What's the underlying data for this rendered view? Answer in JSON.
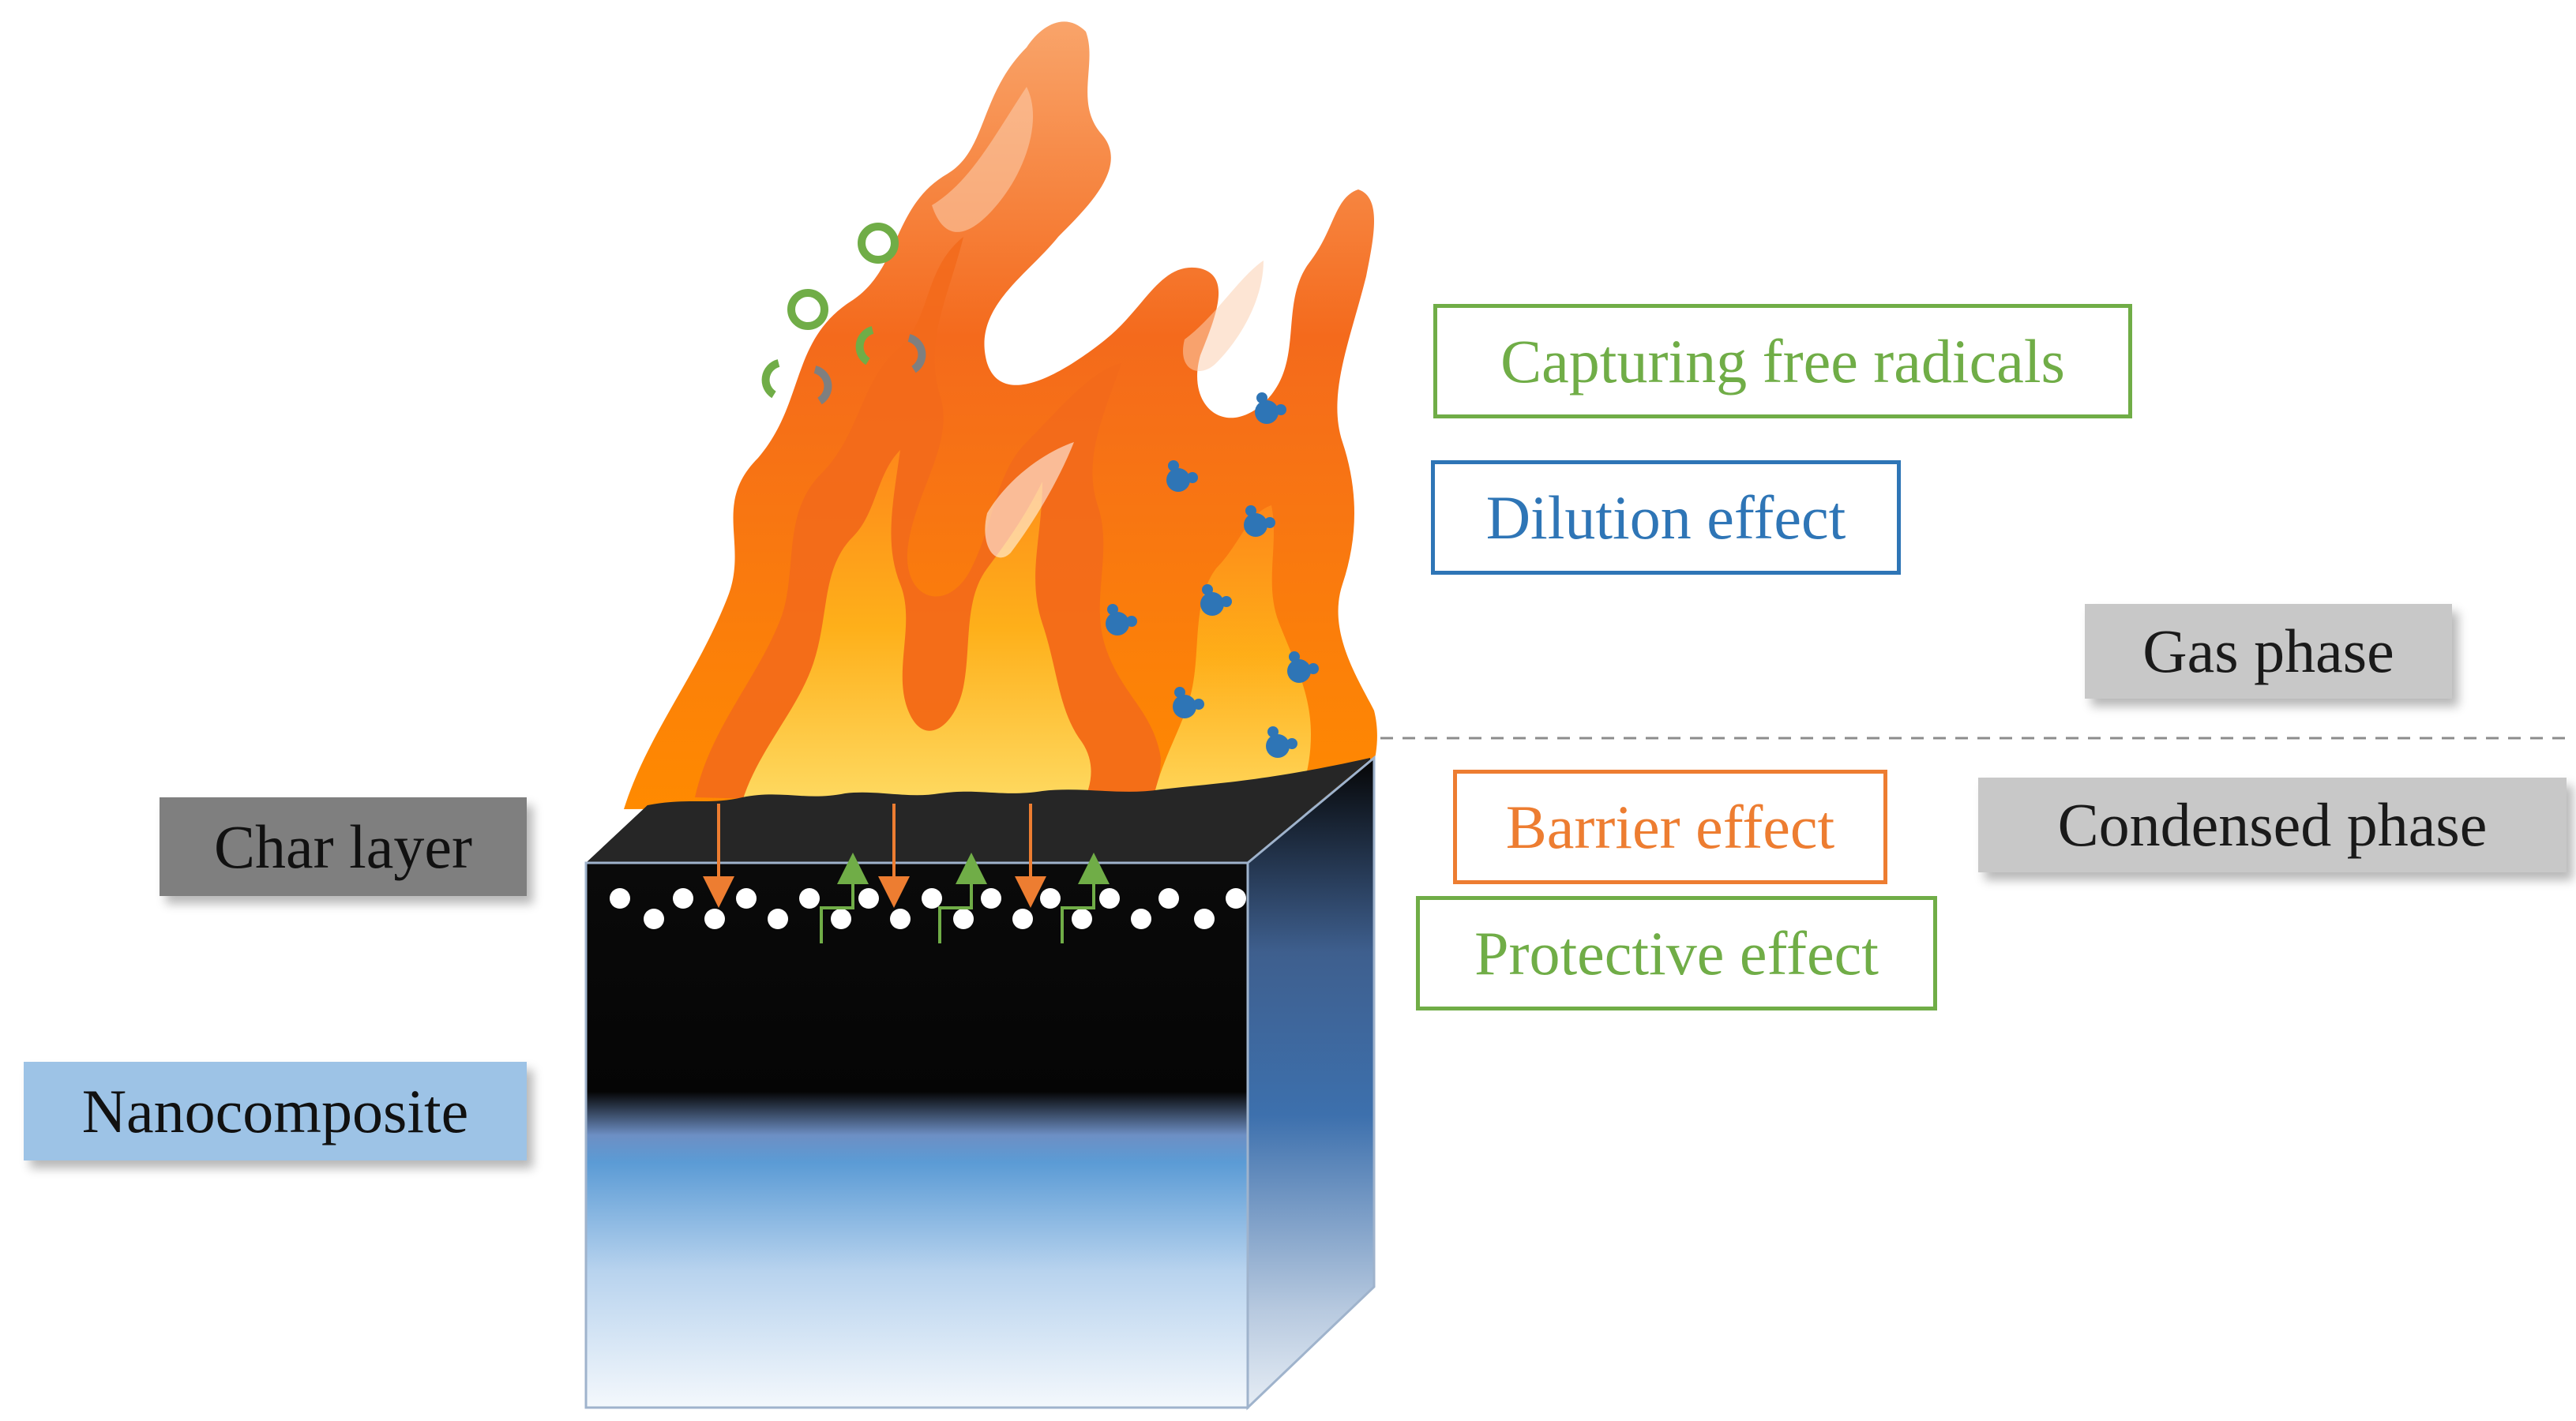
{
  "diagram": {
    "labels": {
      "capturing_free_radicals": "Capturing free radicals",
      "dilution_effect": "Dilution effect",
      "gas_phase": "Gas phase",
      "condensed_phase": "Condensed phase",
      "barrier_effect": "Barrier effect",
      "protective_effect": "Protective effect",
      "char_layer": "Char layer",
      "nanocomposite": "Nanocomposite"
    },
    "colors": {
      "green": "#70ad47",
      "blue": "#2e75b6",
      "orange": "#ed7d31",
      "gray_label": "#bfbfbf",
      "char_label": "#7f7f7f",
      "nano_label": "#9dc3e6",
      "flame_outer": "#f26a1b",
      "flame_inner": "#ffc21a",
      "char_black": "#050505"
    }
  }
}
